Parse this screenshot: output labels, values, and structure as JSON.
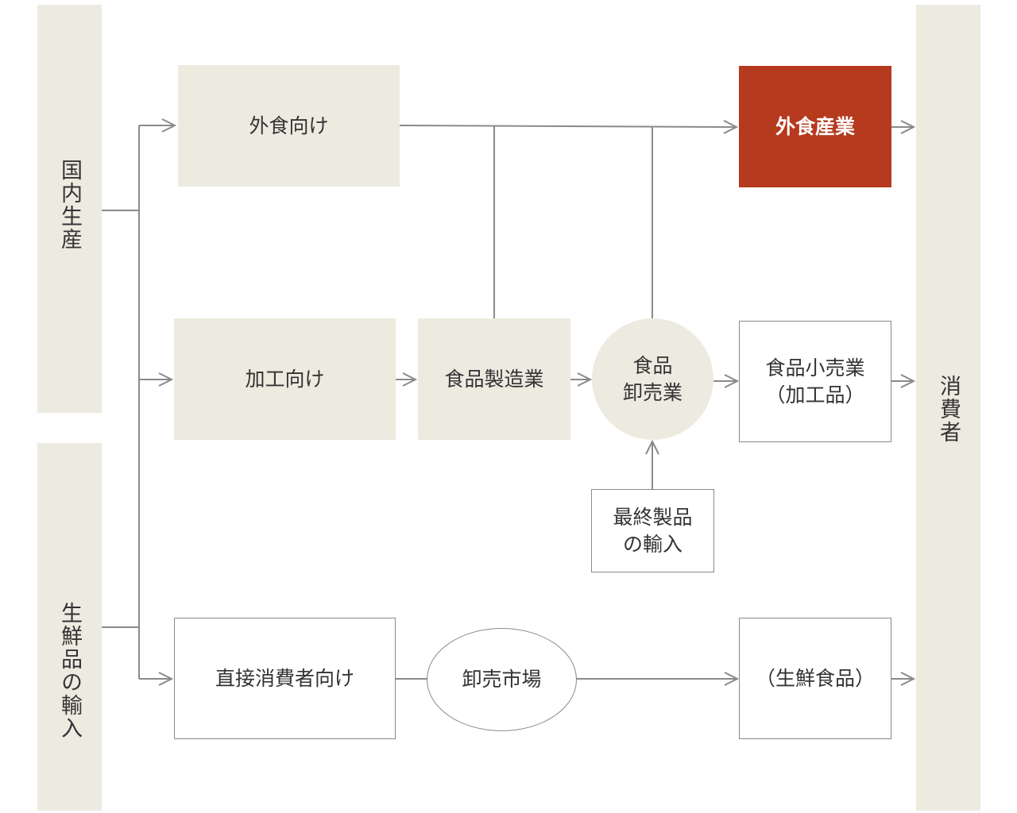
{
  "colors": {
    "beige": "#edeae0",
    "accent": "#b53a1e",
    "line": "#8a8a8a",
    "text": "#333333"
  },
  "sources": {
    "domestic": "国内生産",
    "imported": "生鮮品の輸入"
  },
  "consumer": "消費者",
  "channels": {
    "foodservice_bound": "外食向け",
    "processing_bound": "加工向け",
    "direct_bound": "直接消費者向け"
  },
  "intermediaries": {
    "manufacturing": "食品製造業",
    "wholesale_line1": "食品",
    "wholesale_line2": "卸売業",
    "market": "卸売市場",
    "import_final_line1": "最終製品",
    "import_final_line2": "の輸入"
  },
  "outlets": {
    "foodservice": "外食産業",
    "retail_line1": "食品小売業",
    "retail_line2": "（加工品）",
    "fresh": "（生鮮食品）"
  }
}
